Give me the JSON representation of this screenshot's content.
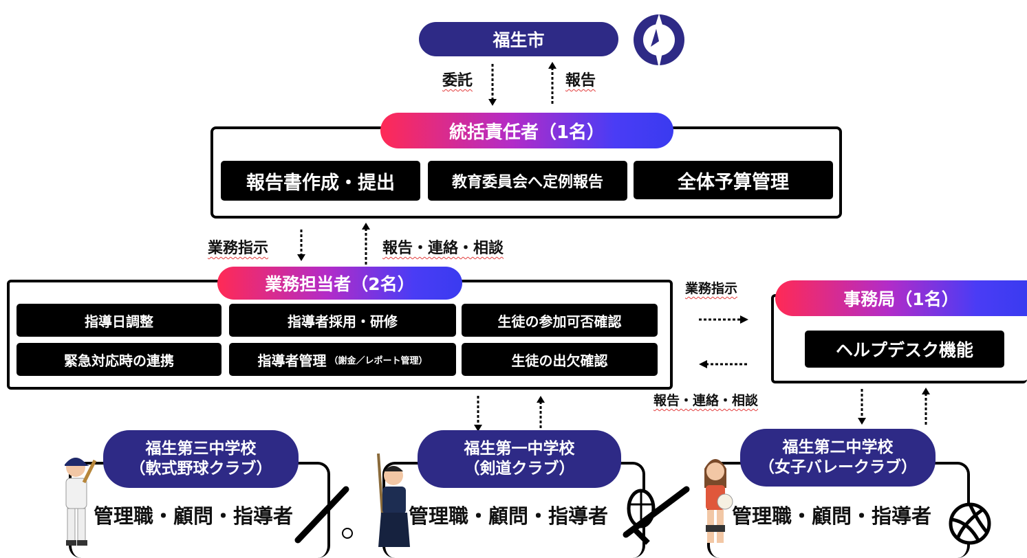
{
  "city": {
    "name": "福生市",
    "emblem_icon": "fussa-city-emblem"
  },
  "city_links": {
    "down": "委託",
    "up": "報告"
  },
  "chief": {
    "title": "統括責任者（1名）",
    "tasks": [
      "報告書作成・提出",
      "教育委員会へ定例報告",
      "全体予算管理"
    ]
  },
  "chief_links": {
    "down": "業務指示",
    "up": "報告・連絡・相談"
  },
  "staff": {
    "title": "業務担当者（2名）",
    "tasks": [
      "指導日調整",
      "指導者採用・研修",
      "生徒の参加可否確認",
      "緊急対応時の連携",
      "指導者管理",
      "生徒の出欠確認"
    ],
    "task5_note": "（謝金／レポート管理）"
  },
  "office_links": {
    "to_office": "業務指示",
    "from_office": "報告・連絡・相談"
  },
  "office": {
    "title": "事務局（1名）",
    "task": "ヘルプデスク機能"
  },
  "schools": [
    {
      "name": "福生第三中学校",
      "club": "（軟式野球クラブ）",
      "roles": "管理職・顧問・指導者",
      "person_icon": "baseball-player-icon",
      "equipment_icon": "baseball-bat-icon"
    },
    {
      "name": "福生第一中学校",
      "club": "（剣道クラブ）",
      "roles": "管理職・顧問・指導者",
      "person_icon": "kendo-player-icon",
      "equipment_icon": "kendo-mask-shinai-icon"
    },
    {
      "name": "福生第二中学校",
      "club": "（女子バレークラブ）",
      "roles": "管理職・顧問・指導者",
      "person_icon": "volleyball-player-icon",
      "equipment_icon": "volleyball-icon"
    }
  ],
  "colors": {
    "navy": "#2e2a86",
    "gradient_start": "#ff2a55",
    "gradient_end": "#3a3bf0"
  }
}
